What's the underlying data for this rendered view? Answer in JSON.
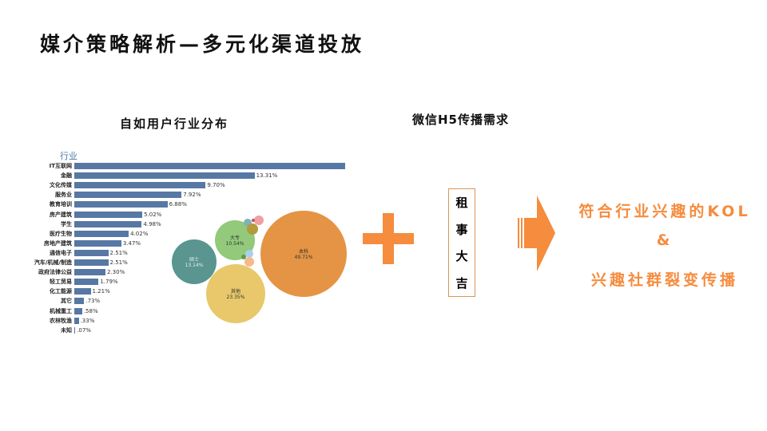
{
  "title": "媒介策略解析—多元化渠道投放",
  "left_caption": "自如用户行业分布",
  "right_caption": "微信H5传播需求",
  "box_chars": [
    "租",
    "事",
    "大",
    "吉"
  ],
  "result": {
    "line1": "符合行业兴趣的KOL",
    "line2": "&",
    "line3": "兴趣社群裂变传播"
  },
  "colors": {
    "accent": "#f58c3e",
    "bar": "#5778a4"
  },
  "chart_data": [
    {
      "type": "bar",
      "orientation": "horizontal",
      "axis_title": "行业",
      "categories": [
        "IT互联网",
        "金融",
        "文化传媒",
        "服务业",
        "教育培训",
        "房产建筑",
        "学生",
        "医疗生物",
        "房地产建筑",
        "通信电子",
        "汽车/机械/制造",
        "政府法律公益",
        "轻工贸易",
        "化工能源",
        "其它",
        "机械重工",
        "农林牧渔",
        "未知"
      ],
      "values": [
        20.0,
        13.31,
        9.7,
        7.92,
        6.88,
        5.02,
        4.98,
        4.02,
        3.47,
        2.51,
        2.51,
        2.3,
        1.79,
        1.21,
        0.73,
        0.58,
        0.33,
        0.07
      ],
      "labels": [
        "",
        "13.31%",
        "9.70%",
        "7.92%",
        "6.88%",
        "5.02%",
        "4.98%",
        "4.02%",
        "3.47%",
        "2.51%",
        "2.51%",
        "2.30%",
        "1.79%",
        "1.21%",
        ".73%",
        ".58%",
        ".33%",
        ".07%"
      ]
    },
    {
      "type": "bubble",
      "items": [
        {
          "name": "本科",
          "value": 49.71,
          "label": "49.71%",
          "color": "#e49444"
        },
        {
          "name": "其他",
          "value": 23.35,
          "label": "23.35%",
          "color": "#e8c86a"
        },
        {
          "name": "硕士",
          "value": 13.14,
          "label": "13.14%",
          "color": "#5a9590"
        },
        {
          "name": "大专",
          "value": 10.54,
          "label": "10.54%",
          "color": "#92c97a"
        }
      ]
    }
  ]
}
